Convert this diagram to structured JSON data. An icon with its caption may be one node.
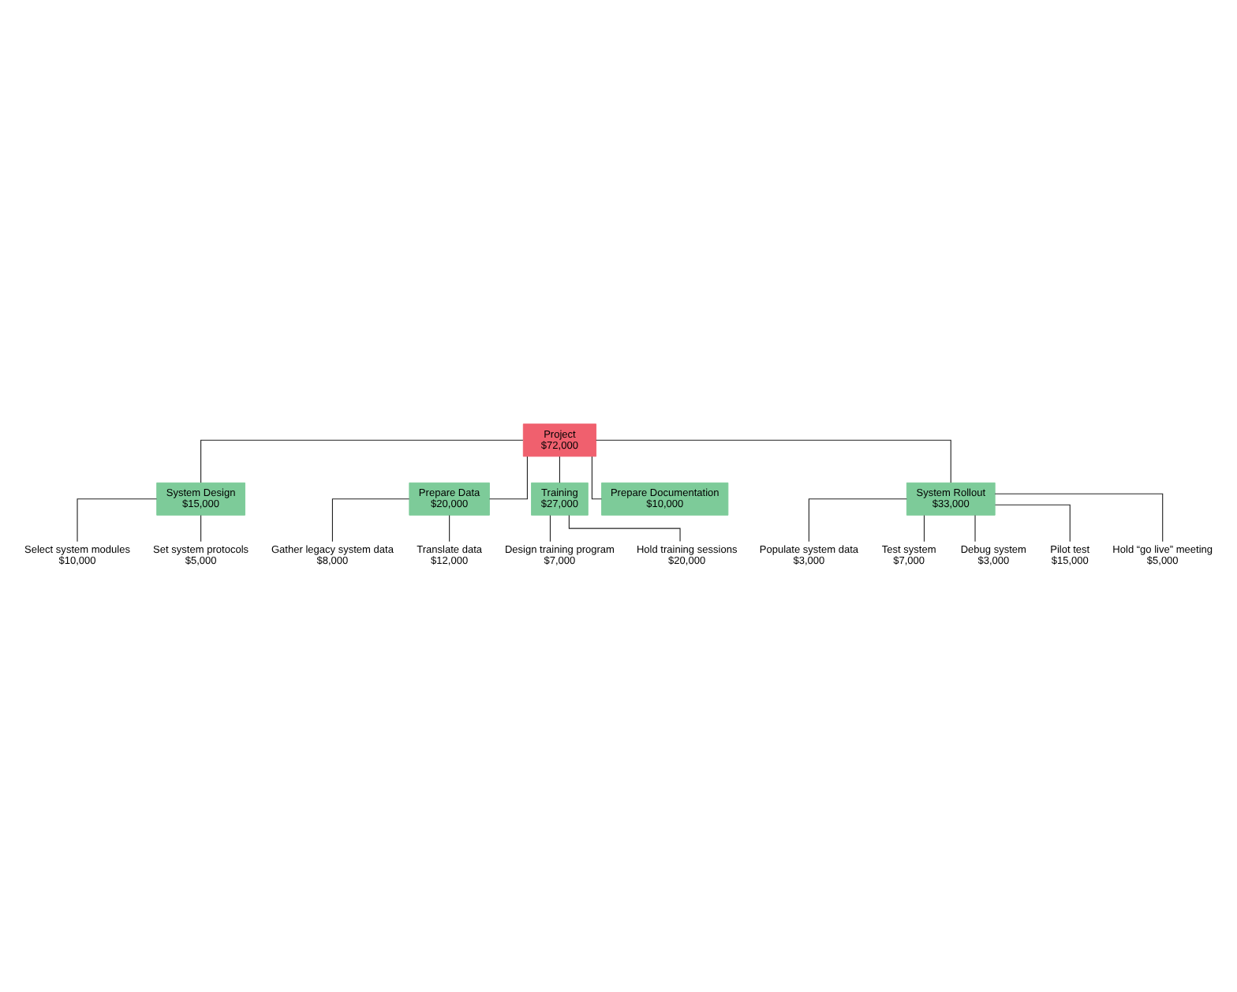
{
  "diagram": {
    "nodes": [
      {
        "text": [
          "Project",
          "$72,000"
        ]
      },
      {
        "text": [
          "System Design",
          "$15,000"
        ]
      },
      {
        "text": [
          "Prepare Data",
          "$20,000"
        ]
      },
      {
        "text": [
          "Training",
          "$27,000"
        ]
      },
      {
        "text": [
          "Prepare Documentation",
          "$10,000"
        ]
      },
      {
        "text": [
          "System Rollout",
          "$33,000"
        ]
      },
      {
        "text": [
          "Select system modules",
          "$10,000"
        ]
      },
      {
        "text": [
          "Set system protocols",
          "$5,000"
        ]
      },
      {
        "text": [
          "Gather legacy system data",
          "$8,000"
        ]
      },
      {
        "text": [
          "Translate data",
          "$12,000"
        ]
      },
      {
        "text": [
          "Design training program",
          "$7,000"
        ]
      },
      {
        "text": [
          "Hold training sessions",
          "$20,000"
        ]
      },
      {
        "text": [
          "Populate system data",
          "$3,000"
        ]
      },
      {
        "text": [
          "Test system",
          "$7,000"
        ]
      },
      {
        "text": [
          "Debug system",
          "$3,000"
        ]
      },
      {
        "text": [
          "Pilot test",
          "$15,000"
        ]
      },
      {
        "text": [
          "Hold “go live” meeting",
          "$5,000"
        ]
      }
    ],
    "edges": [
      {
        "from": 0,
        "to": 1,
        "arrow": "none"
      },
      {
        "from": 0,
        "to": 2,
        "arrow": "none"
      },
      {
        "from": 0,
        "to": 3,
        "arrow": "none"
      },
      {
        "from": 0,
        "to": 4,
        "arrow": "none"
      },
      {
        "from": 0,
        "to": 5,
        "arrow": "none"
      },
      {
        "from": 1,
        "to": 6,
        "arrow": "none"
      },
      {
        "from": 1,
        "to": 7,
        "arrow": "none"
      },
      {
        "from": 2,
        "to": 8,
        "arrow": "none"
      },
      {
        "from": 2,
        "to": 9,
        "arrow": "none"
      },
      {
        "from": 3,
        "to": 10,
        "arrow": "none"
      },
      {
        "from": 3,
        "to": 11,
        "arrow": "none"
      },
      {
        "from": 5,
        "to": 12,
        "arrow": "none"
      },
      {
        "from": 5,
        "to": 13,
        "arrow": "none"
      },
      {
        "from": 5,
        "to": 14,
        "arrow": "none"
      },
      {
        "from": 5,
        "to": 15,
        "arrow": "none"
      },
      {
        "from": 5,
        "to": 16,
        "arrow": "none"
      }
    ]
  }
}
